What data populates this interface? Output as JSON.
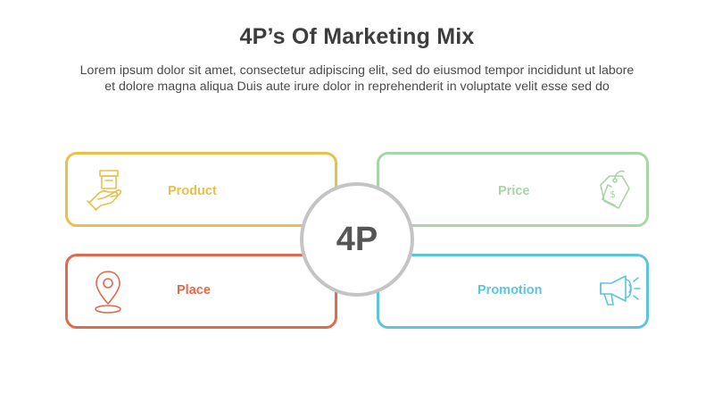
{
  "header": {
    "title": "4P’s Of Marketing Mix",
    "description_line1": "Lorem ipsum dolor sit amet, consectetur adipiscing elit, sed do eiusmod tempor incididunt ut labore",
    "description_line2": "et dolore magna aliqua Duis aute irure dolor in reprehenderit in voluptate velit esse sed do"
  },
  "center": {
    "label": "4P",
    "color": "#c4c4c4"
  },
  "items": [
    {
      "label": "Product",
      "color": "#e8c04a",
      "icon": "hand-holding-box-icon"
    },
    {
      "label": "Price",
      "color": "#a8d4a8",
      "icon": "price-tag-icon"
    },
    {
      "label": "Place",
      "color": "#e06a4e",
      "icon": "location-pin-icon"
    },
    {
      "label": "Promotion",
      "color": "#5ec4de",
      "icon": "megaphone-icon"
    }
  ]
}
